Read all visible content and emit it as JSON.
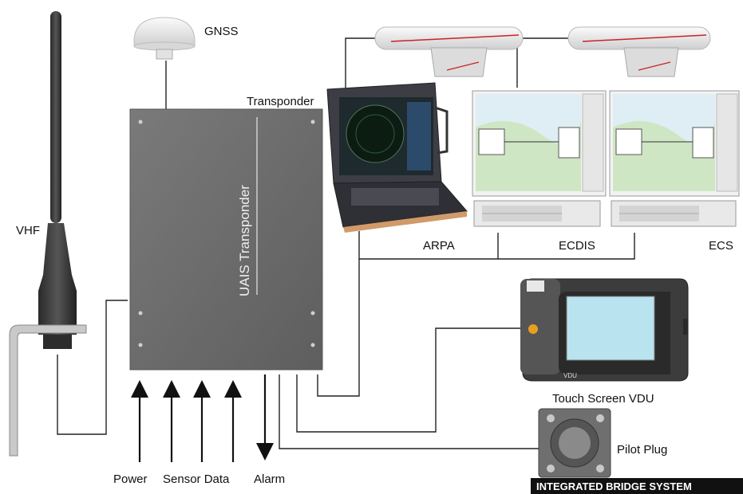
{
  "labels": {
    "gnss": "GNSS",
    "vhf": "VHF",
    "transponder": "Transponder",
    "uais_transponder": "UAIS Transponder",
    "arpa": "ARPA",
    "ecdis": "ECDIS",
    "ecs": "ECS",
    "touch_screen_vdu": "Touch Screen VDU",
    "vdu_badge": "VDU",
    "pilot_plug": "Pilot Plug",
    "power": "Power",
    "sensor_data": "Sensor Data",
    "alarm": "Alarm",
    "integrated_bridge_system": "INTEGRATED BRIDGE SYSTEM"
  },
  "colors": {
    "transponder_box": "#6b6b6b",
    "antenna": "#3a3a3a",
    "line": "#222222",
    "radar_scanner": "#e9e9e9",
    "radar_stripe": "#cc2222",
    "banner": "#111111",
    "vdu_screen": "#b9e3ef",
    "console_wood": "#d09a6a"
  }
}
